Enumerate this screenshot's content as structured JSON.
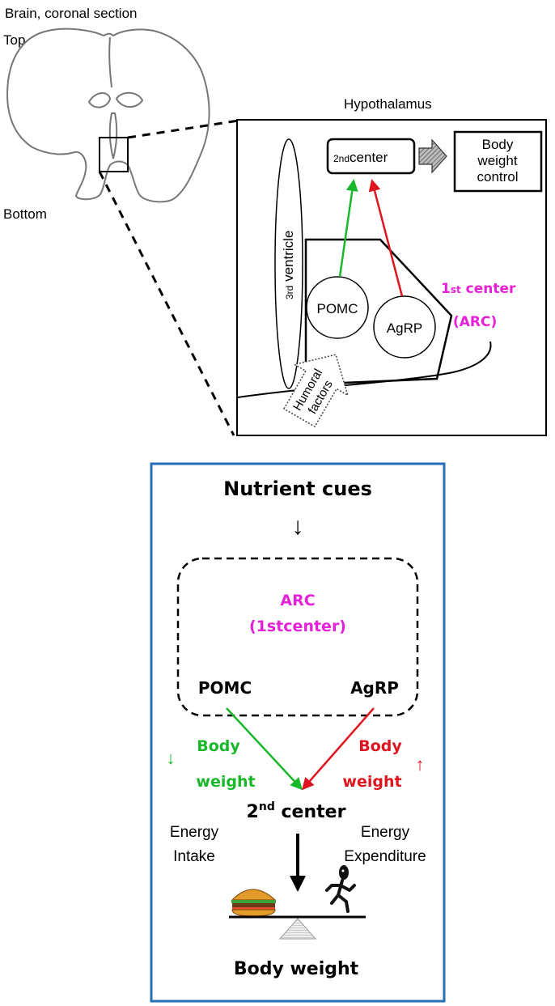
{
  "brain": {
    "title": "Brain, coronal section",
    "top_label": "Top",
    "bottom_label": "Bottom"
  },
  "hypothalamus": {
    "title": "Hypothalamus",
    "second_center": {
      "sup": "2nd",
      "text": "center"
    },
    "body_weight_control": [
      "Body",
      "weight",
      "control"
    ],
    "ventricle": {
      "sup": "3rd",
      "text": " ventricle"
    },
    "pomc": "POMC",
    "agrp": "AgRP",
    "first_center": {
      "num": "1",
      "sup": "st",
      "text": " center"
    },
    "arc": "(ARC)",
    "humoral": [
      "Humoral",
      "factors"
    ]
  },
  "summary": {
    "nutrient_cues": "Nutrient cues",
    "down_arrow": "↓",
    "arc": "ARC",
    "first_center": "(1stcenter)",
    "pomc": "POMC",
    "agrp": "AgRP",
    "left_body": "Body",
    "left_weight": "weight",
    "left_arrow": "↓",
    "right_body": "Body",
    "right_weight": "weight",
    "right_arrow": "↑",
    "second_center_num": "2",
    "second_center_sup": "nd",
    "second_center_text": " center",
    "energy_intake": [
      "Energy",
      "Intake"
    ],
    "energy_expenditure": [
      "Energy",
      "Expenditure"
    ],
    "body_weight": "Body weight"
  },
  "colors": {
    "magenta": "#e61fd8",
    "green": "#19b82a",
    "red": "#e0141e",
    "frame_blue": "#2370b6"
  }
}
